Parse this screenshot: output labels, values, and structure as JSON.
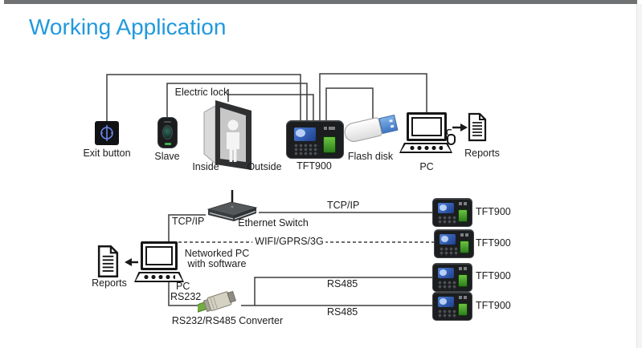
{
  "page": {
    "title": "Working Application",
    "accent_color": "#2199dd",
    "line_color": "#3d3d3d"
  },
  "upper": {
    "exit_button_label": "Exit button",
    "slave_label": "Slave",
    "electric_lock_label": "Electric lock",
    "inside_label": "Inside",
    "outside_label": "Outside",
    "tft900_label": "TFT900",
    "flash_disk_label": "Flash disk",
    "pc_label": "PC",
    "reports_label": "Reports"
  },
  "lower": {
    "ethernet_switch_label": "Ethernet Switch",
    "tcpip_left_label": "TCP/IP",
    "tcpip_right_label": "TCP/IP",
    "wifi_label": "WIFI/GPRS/3G",
    "networked_pc_line1": "Networked PC",
    "networked_pc_line2": "with software",
    "reports_label": "Reports",
    "pc_label": "PC",
    "rs232_label": "RS232",
    "converter_label": "RS232/RS485 Converter",
    "rs485_top_label": "RS485",
    "rs485_bottom_label": "RS485",
    "terminals": [
      {
        "label": "TFT900"
      },
      {
        "label": "TFT900"
      },
      {
        "label": "TFT900"
      },
      {
        "label": "TFT900"
      }
    ]
  }
}
